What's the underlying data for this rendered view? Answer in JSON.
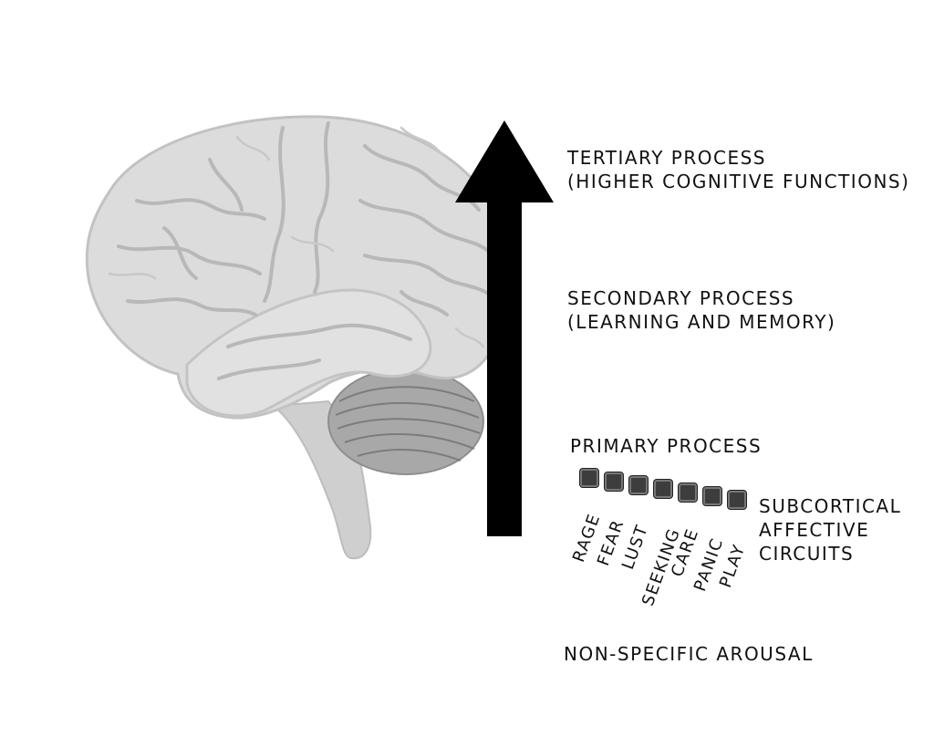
{
  "levels": {
    "tertiary": {
      "line1": "TERTIARY PROCESS",
      "line2": "(HIGHER COGNITIVE FUNCTIONS)"
    },
    "secondary": {
      "line1": "SECONDARY PROCESS",
      "line2": "(LEARNING AND MEMORY)"
    },
    "primary": {
      "line1": "PRIMARY PROCESS"
    },
    "arousal": {
      "line1": "NON-SPECIFIC AROUSAL"
    }
  },
  "circuits_caption": {
    "line1": "SUBCORTICAL",
    "line2": "AFFECTIVE",
    "line3": "CIRCUITS"
  },
  "circuits": [
    "RAGE",
    "FEAR",
    "LUST",
    "SEEKING",
    "CARE",
    "PANIC",
    "PLAY"
  ],
  "colors": {
    "arrow": "#000000",
    "brain_fill": "#d9d9d9",
    "brain_folds": "#b4b4b4",
    "cerebellum": "#9a9a9a"
  }
}
